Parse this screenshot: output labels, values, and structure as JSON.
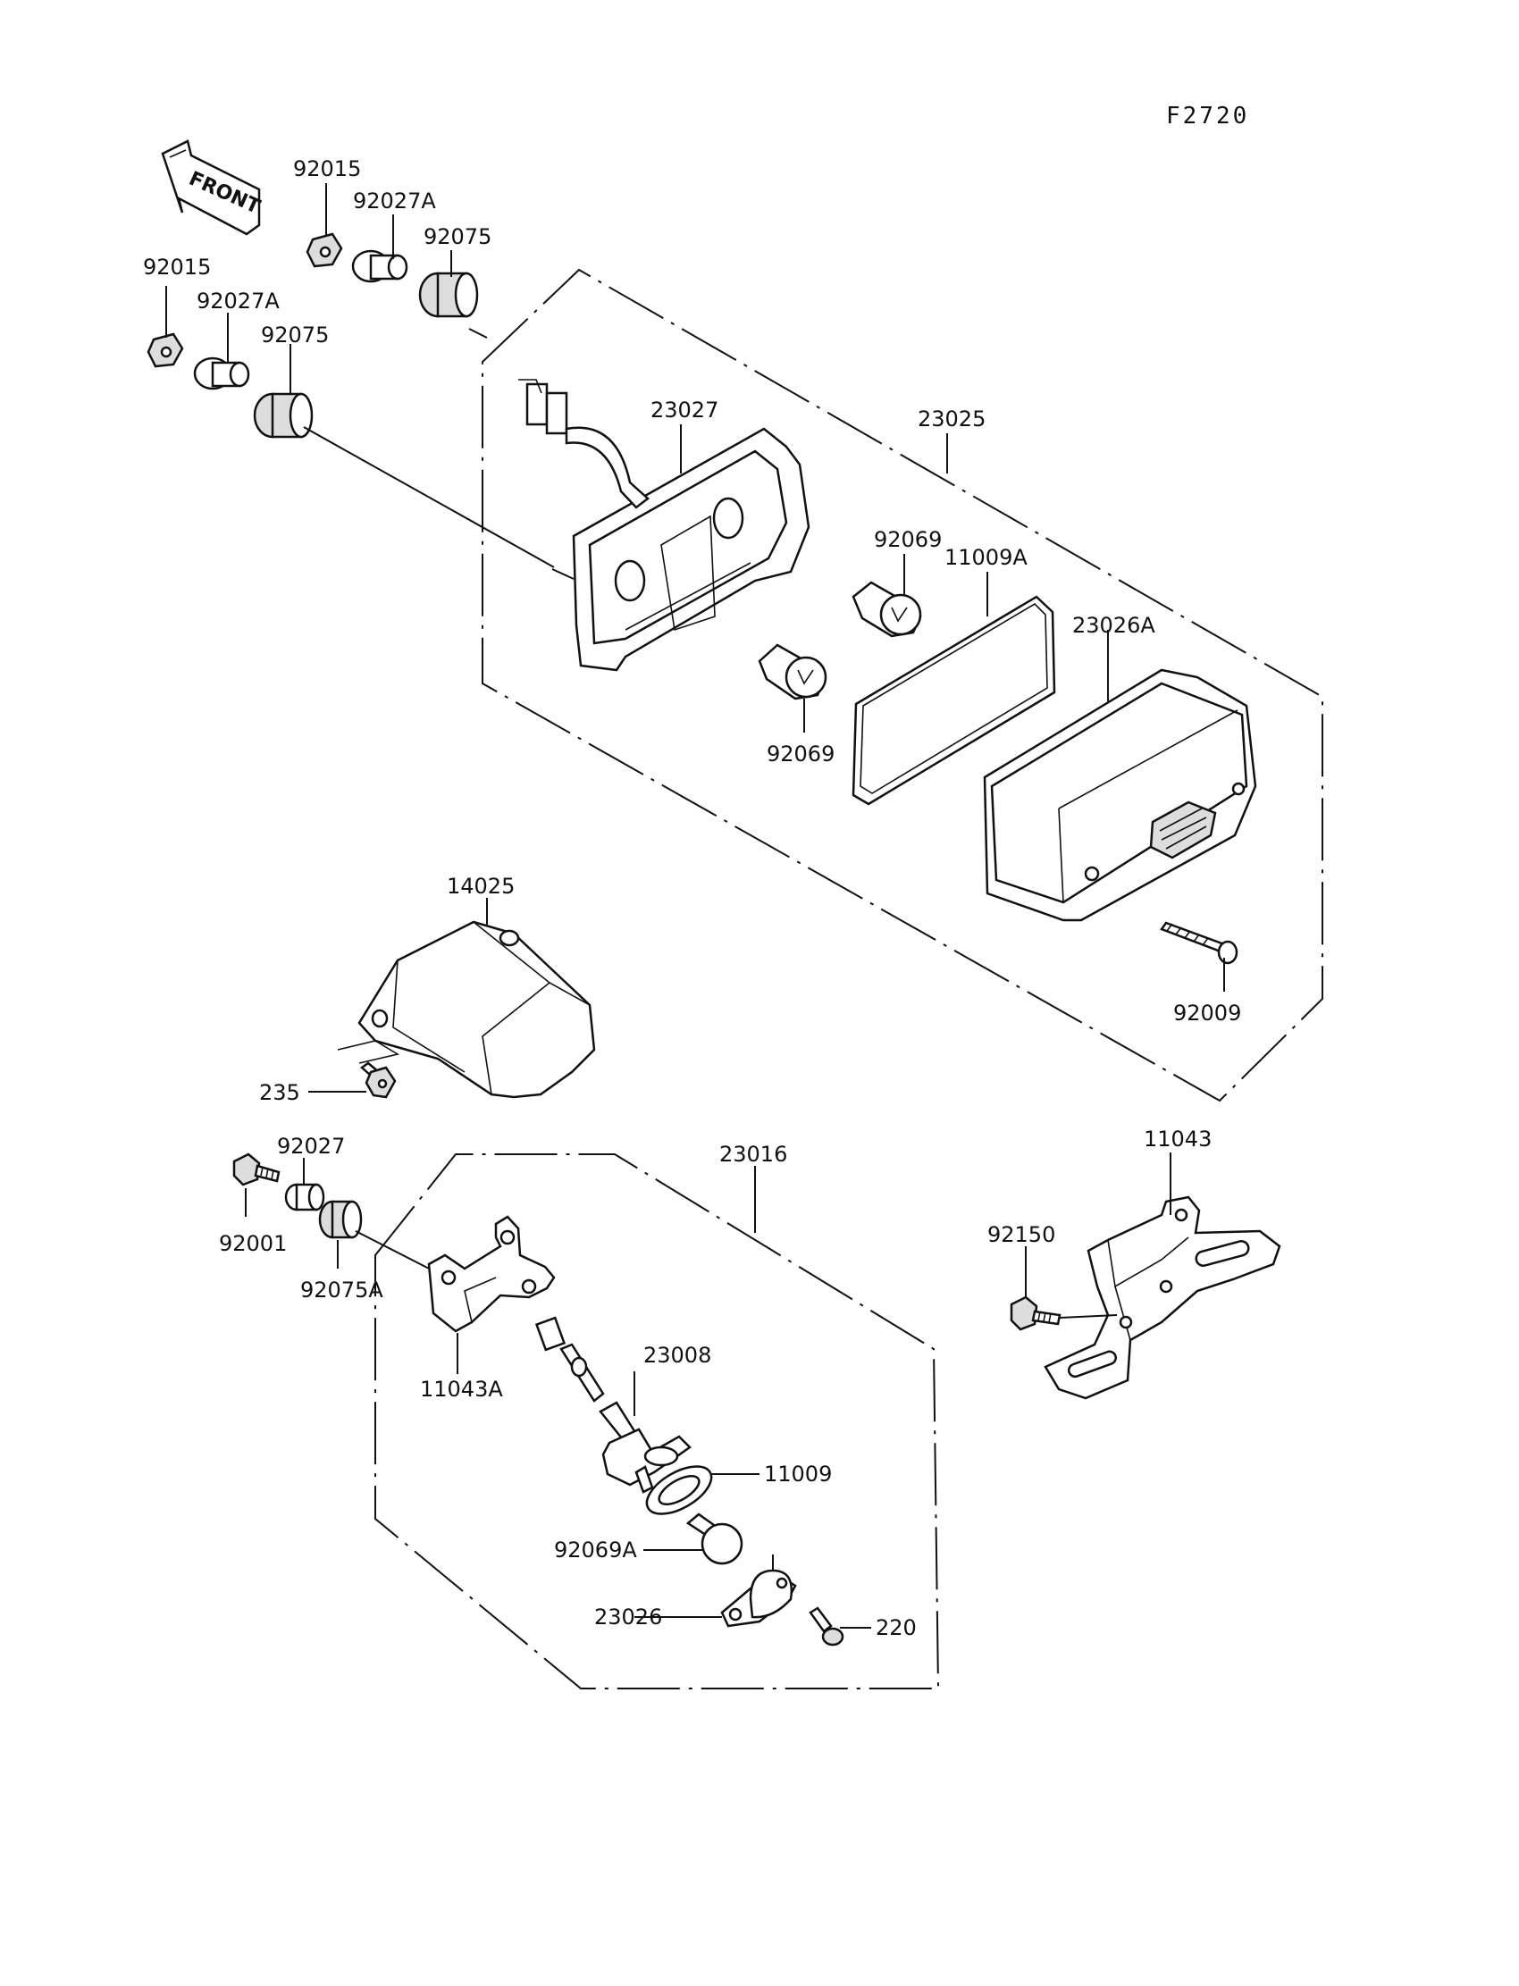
{
  "figure_code": "F2720",
  "front_arrow_label": "FRONT",
  "labels": {
    "p92015_a": "92015",
    "p92027A_a": "92027A",
    "p92075_a": "92075",
    "p92015_b": "92015",
    "p92027A_b": "92027A",
    "p92075_b": "92075",
    "p23027": "23027",
    "p23025": "23025",
    "p92069_a": "92069",
    "p11009A": "11009A",
    "p23026A": "23026A",
    "p92069_b": "92069",
    "p14025": "14025",
    "p92009": "92009",
    "p235": "235",
    "p92027": "92027",
    "p92001": "92001",
    "p92075A": "92075A",
    "p23016": "23016",
    "p11043": "11043",
    "p92150": "92150",
    "p11043A": "11043A",
    "p23008": "23008",
    "p11009": "11009",
    "p92069A": "92069A",
    "p23026": "23026",
    "p220": "220"
  }
}
